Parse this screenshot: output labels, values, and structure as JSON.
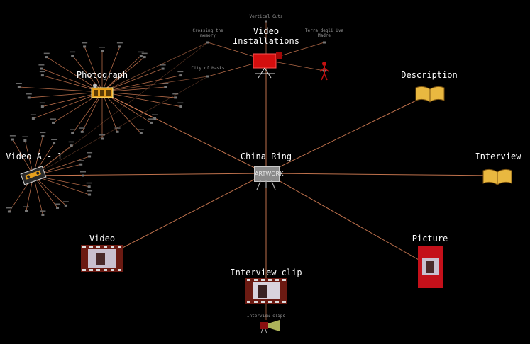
{
  "center": {
    "label": "China Ring",
    "box_text": "ARTWORK"
  },
  "nodes": {
    "video_installations": "Video\nInstallations",
    "photograph": "Photograph",
    "description": "Description",
    "video_a1": "Video A - 1",
    "interview": "Interview",
    "video": "Video",
    "picture": "Picture",
    "interview_clip": "Interview clip"
  },
  "small_labels": {
    "interview_clips": "Interview clips",
    "crossing": "Crossing the\nmemory",
    "terra": "Terra degli Uva\nMadre",
    "city": "City of Masks",
    "top": "Vertical Cuts"
  },
  "colors": {
    "edge": "#e0855a",
    "label": "#ffffff",
    "film_frame": "#6b1a12",
    "installation_red": "#d40e0e"
  }
}
